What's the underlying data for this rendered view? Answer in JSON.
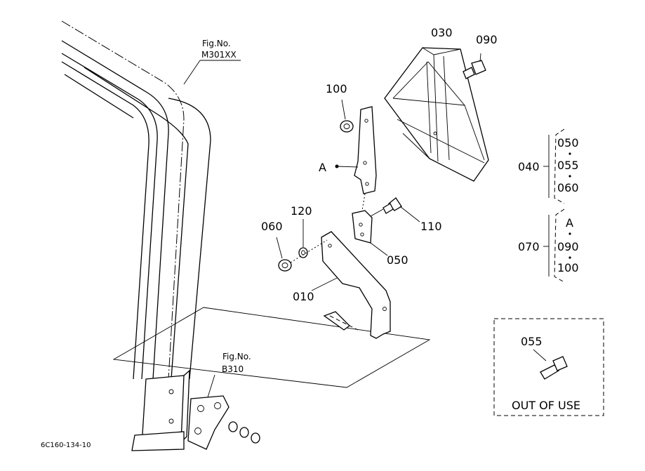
{
  "figure_refs": {
    "rops": {
      "title": "Fig.No.",
      "code": "M301XX"
    },
    "bracket_plate": {
      "title": "Fig.No.",
      "code": "B310"
    }
  },
  "callouts": {
    "p010": "010",
    "p030": "030",
    "p050": "050",
    "p055_inset": "055",
    "p060": "060",
    "p090": "090",
    "p100": "100",
    "p110": "110",
    "p120": "120",
    "ref_a": "A"
  },
  "assemblies": [
    {
      "id": "040",
      "members": [
        "050",
        "055",
        "060"
      ]
    },
    {
      "id": "070",
      "members": [
        "A",
        "090",
        "100"
      ]
    }
  ],
  "inset": {
    "part": "055",
    "caption": "OUT OF USE"
  },
  "drawing_number": "6C160-134-10"
}
